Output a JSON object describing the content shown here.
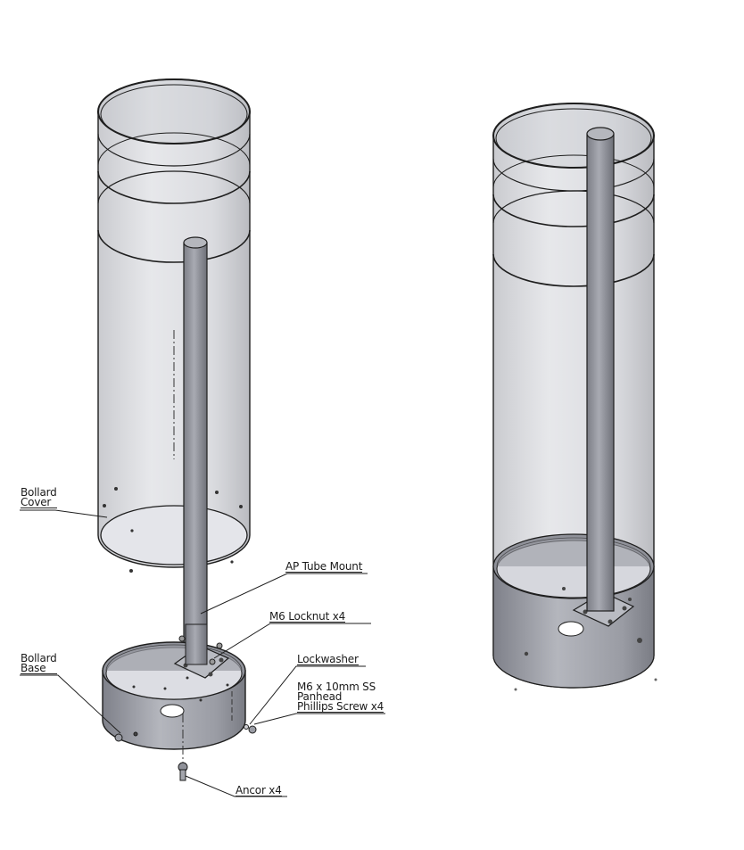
{
  "labels": {
    "bollard_cover": [
      "Bollard",
      "Cover"
    ],
    "ap_tube_mount": "AP Tube Mount",
    "m6_locknut": "M6 Locknut x4",
    "bollard_base": [
      "Bollard",
      "Base"
    ],
    "lockwasher": "Lockwasher",
    "screw": [
      "M6 x 10mm SS",
      "Panhead",
      "Phillips Screw x4"
    ],
    "ancor": "Ancor x4"
  },
  "colors": {
    "line": "#1e1e1e",
    "glass": "#b8bac2",
    "metal_dark": "#8a8c94",
    "metal_mid": "#a9abb3",
    "metal_light": "#d7d8de"
  }
}
